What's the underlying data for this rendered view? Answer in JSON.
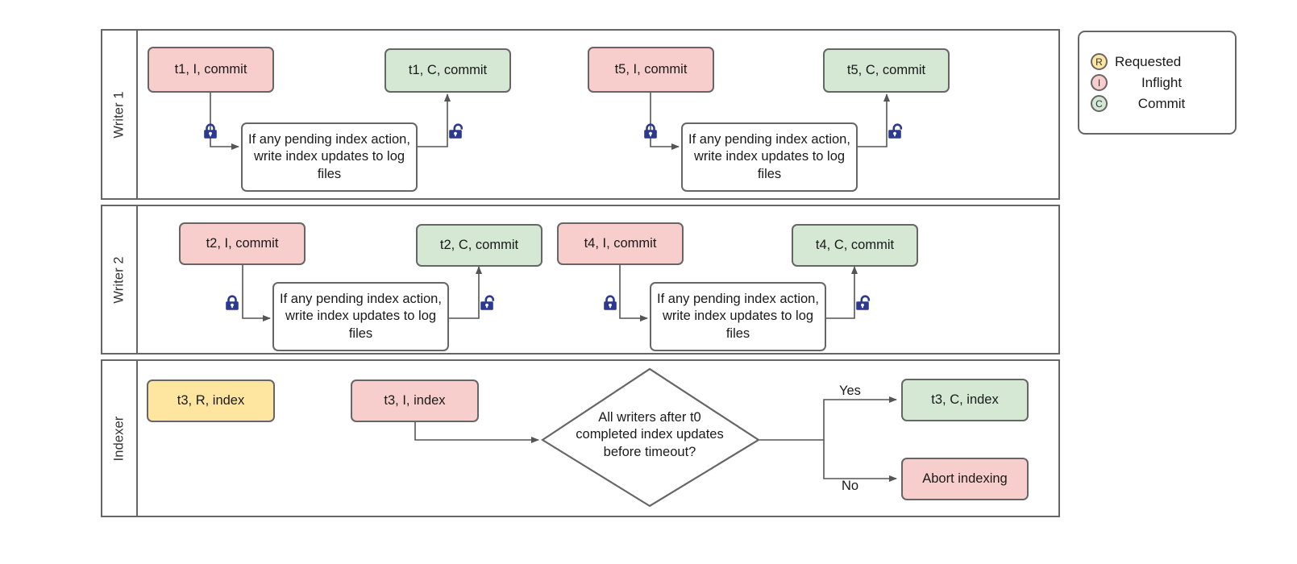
{
  "diagram": {
    "title": "Writer / Indexer swimlane flow",
    "colors": {
      "pink": "#f8cecc",
      "green": "#d5e8d4",
      "yellow": "#ffe6a0",
      "stroke": "#666666",
      "lock": "#2b3990",
      "text": "#1a1a1a"
    }
  },
  "lanes": [
    {
      "label": "Writer 1"
    },
    {
      "label": "Writer 2"
    },
    {
      "label": "Indexer"
    }
  ],
  "writer1": {
    "inflight": "t1, I, commit",
    "process": "If any pending index action, write index updates to log files",
    "commit": "t1, C, commit",
    "inflight2": "t5, I, commit",
    "process2": "If any pending index action, write index updates to log files",
    "commit2": "t5, C, commit",
    "lock_acquire": "lock-closed",
    "lock_release": "lock-open",
    "lock_acquire2": "lock-closed",
    "lock_release2": "lock-open"
  },
  "writer2": {
    "inflight": "t2, I, commit",
    "process": "If any pending index action, write index updates to log files",
    "commit": "t2, C, commit",
    "inflight2": "t4, I, commit",
    "process2": "If any pending index action, write index updates to log files",
    "commit2": "t4, C, commit",
    "lock_acquire": "lock-closed",
    "lock_release": "lock-open",
    "lock_acquire2": "lock-closed",
    "lock_release2": "lock-open"
  },
  "indexer": {
    "requested": "t3, R, index",
    "inflight": "t3, I, index",
    "decision": "All writers after t0 completed index updates before timeout?",
    "decision_lines": [
      "All writers after t0",
      "completed index updates",
      "before timeout?"
    ],
    "yes_label": "Yes",
    "no_label": "No",
    "yes_target": "t3, C, index",
    "no_target": "Abort indexing"
  },
  "legend": {
    "items": [
      {
        "badge": "R",
        "label": "Requested",
        "color": "#ffe6a0"
      },
      {
        "badge": "I",
        "label": "Inflight",
        "color": "#f8cecc"
      },
      {
        "badge": "C",
        "label": "Commit",
        "color": "#d5e8d4"
      }
    ]
  }
}
